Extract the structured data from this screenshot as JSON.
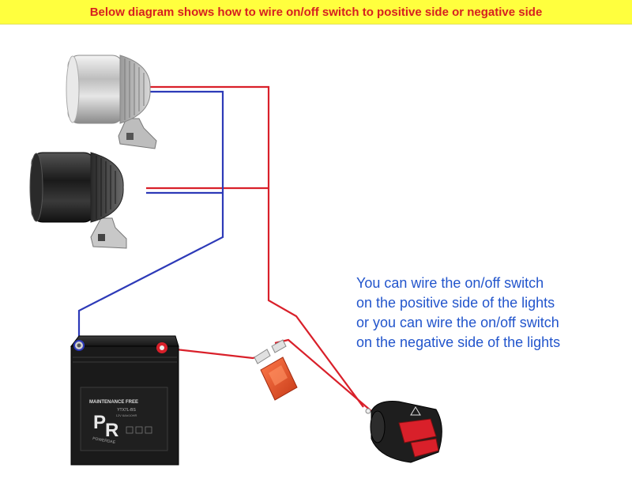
{
  "header": {
    "title": "Below diagram shows how to wire on/off switch to positive side or negative side"
  },
  "note": {
    "lines": [
      "You can wire the on/off switch",
      "on the positive side of the lights",
      "or you can wire the on/off switch",
      "on the negative side of the lights"
    ]
  },
  "battery": {
    "label": "MAINTENANCE FREE",
    "model": "YTX7L-BS",
    "spec": "12V  6Ah/10HR",
    "brand": "POWERDAE"
  },
  "colors": {
    "banner_bg": "#ffff3e",
    "banner_text": "#d62020",
    "positive_wire": "#d9202a",
    "negative_wire": "#2d3ab8",
    "note_text": "#2255cc"
  },
  "icons": {
    "light_top": "led-spotlight-chrome-icon",
    "light_bottom": "led-spotlight-black-icon",
    "battery": "battery-icon",
    "fuse": "fuse-icon",
    "switch": "handlebar-switch-icon"
  }
}
